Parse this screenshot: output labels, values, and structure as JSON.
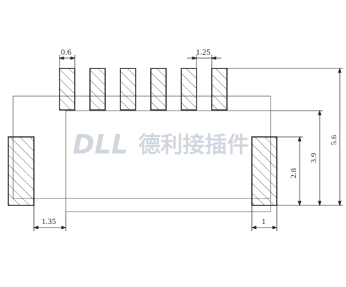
{
  "diagram": {
    "dimensions": {
      "pin_width": "0.6",
      "pin_pitch": "1.25",
      "side_pad_width": "1",
      "side_pad_offset": "1.35",
      "side_pad_height": "2.8",
      "height_mid": "3.9",
      "overall_height": "5.6"
    },
    "pin_count": 6,
    "watermark": {
      "latin": "DLL",
      "chinese": "德利接插件"
    },
    "colors": {
      "line": "#222222",
      "hatch": "#333333",
      "watermark": "#c8d0d8"
    }
  }
}
